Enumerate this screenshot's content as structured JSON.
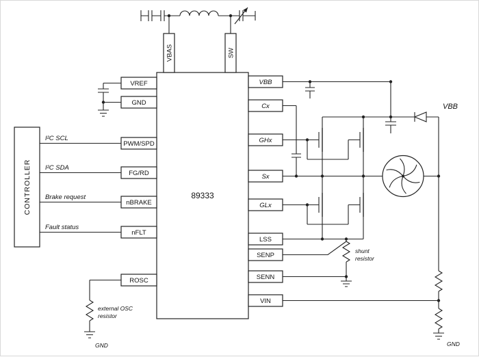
{
  "ic": {
    "label": "89333"
  },
  "controller": {
    "label": "CONTROLLER",
    "signals": {
      "scl": "I²C SCL",
      "sda": "I²C SDA",
      "brake": "Brake request",
      "fault": "Fault status"
    }
  },
  "pins": {
    "top": {
      "vbas": "VBAS",
      "sw": "SW"
    },
    "left": {
      "vref": "VREF",
      "gnd": "GND",
      "pwm_spd": "PWM/SPD",
      "fg_rd": "FG/RD",
      "nbrake": "nBRAKE",
      "nflt": "nFLT",
      "rosc": "ROSC"
    },
    "right": {
      "vbb": "VBB",
      "cx": "Cx",
      "ghx": "GHx",
      "sx": "Sx",
      "glx": "GLx",
      "lss": "LSS",
      "senp": "SENP",
      "senn": "SENN",
      "vin": "VIN"
    }
  },
  "labels": {
    "vbb_supply": "VBB",
    "gnd_left": "GND",
    "gnd_right": "GND",
    "ext_osc_1": "external OSC",
    "ext_osc_2": "resistor",
    "shunt_1": "shunt",
    "shunt_2": "resistor"
  },
  "colors": {
    "line": "#222222",
    "background": "#ffffff"
  }
}
